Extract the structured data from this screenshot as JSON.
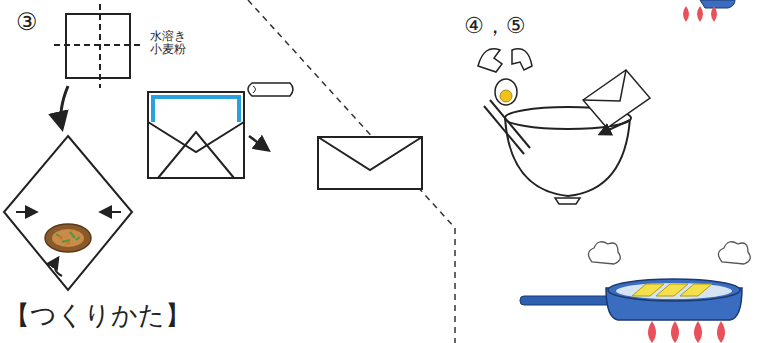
{
  "diagram": {
    "labels": [
      "③",
      "④，⑤",
      "水溶き 小麦粉",
      "【つくりかた】"
    ]
  }
}
